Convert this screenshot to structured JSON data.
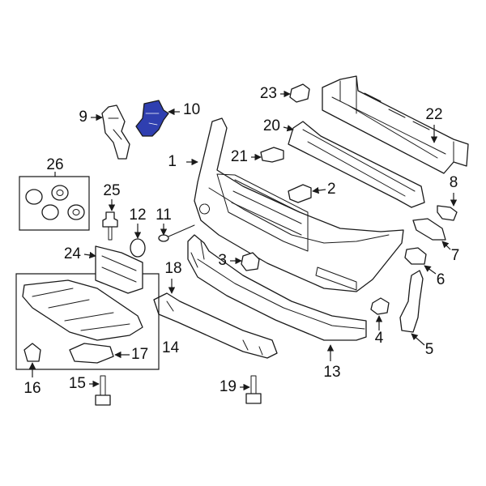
{
  "colors": {
    "line": "#1a1a1a",
    "highlight_part": "#2f3fb0",
    "background": "#ffffff"
  },
  "highlighted_part": "10",
  "callouts": {
    "c1": "1",
    "c2": "2",
    "c3": "3",
    "c4": "4",
    "c5": "5",
    "c6": "6",
    "c7": "7",
    "c8": "8",
    "c9": "9",
    "c10": "10",
    "c11": "11",
    "c12": "12",
    "c13": "13",
    "c14": "14",
    "c15": "15",
    "c16": "16",
    "c17": "17",
    "c18": "18",
    "c19": "19",
    "c20": "20",
    "c21": "21",
    "c22": "22",
    "c23": "23",
    "c24": "24",
    "c25": "25",
    "c26": "26"
  }
}
